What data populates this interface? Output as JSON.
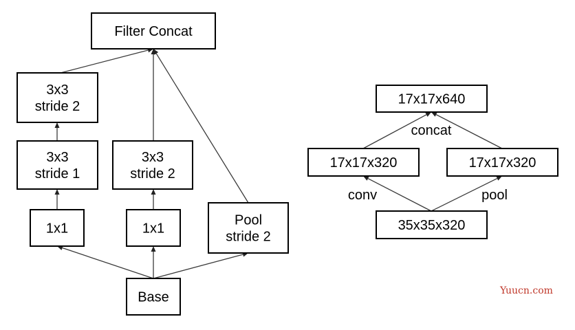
{
  "left_diagram": {
    "nodes": [
      {
        "id": "filter_concat",
        "lines": [
          "Filter Concat"
        ]
      },
      {
        "id": "l_3x3_s2_top",
        "lines": [
          "3x3",
          "stride 2"
        ]
      },
      {
        "id": "l_3x3_s1",
        "lines": [
          "3x3",
          "stride 1"
        ]
      },
      {
        "id": "m_3x3_s2",
        "lines": [
          "3x3",
          "stride 2"
        ]
      },
      {
        "id": "l_1x1",
        "lines": [
          "1x1"
        ]
      },
      {
        "id": "m_1x1",
        "lines": [
          "1x1"
        ]
      },
      {
        "id": "pool",
        "lines": [
          "Pool",
          "stride 2"
        ]
      },
      {
        "id": "base",
        "lines": [
          "Base"
        ]
      }
    ],
    "edges": [
      {
        "from": "base",
        "to": "l_1x1"
      },
      {
        "from": "base",
        "to": "m_1x1"
      },
      {
        "from": "base",
        "to": "pool"
      },
      {
        "from": "l_1x1",
        "to": "l_3x3_s1"
      },
      {
        "from": "l_3x3_s1",
        "to": "l_3x3_s2_top"
      },
      {
        "from": "m_1x1",
        "to": "m_3x3_s2"
      },
      {
        "from": "l_3x3_s2_top",
        "to": "filter_concat"
      },
      {
        "from": "m_3x3_s2",
        "to": "filter_concat"
      },
      {
        "from": "pool",
        "to": "filter_concat"
      }
    ]
  },
  "right_diagram": {
    "nodes": [
      {
        "id": "r_640",
        "lines": [
          "17x17x640"
        ]
      },
      {
        "id": "r_320_left",
        "lines": [
          "17x17x320"
        ]
      },
      {
        "id": "r_320_right",
        "lines": [
          "17x17x320"
        ]
      },
      {
        "id": "r_35",
        "lines": [
          "35x35x320"
        ]
      }
    ],
    "edges": [
      {
        "from": "r_35",
        "to": "r_320_left"
      },
      {
        "from": "r_35",
        "to": "r_320_right"
      },
      {
        "from": "r_320_left",
        "to": "r_640"
      },
      {
        "from": "r_320_right",
        "to": "r_640"
      }
    ],
    "edge_labels": {
      "concat": "concat",
      "conv": "conv",
      "pool": "pool"
    }
  },
  "watermark": "Yuucn.com",
  "colors": {
    "box_stroke": "#000000",
    "edge": "#3a3a3a",
    "watermark": "#c0392b"
  }
}
